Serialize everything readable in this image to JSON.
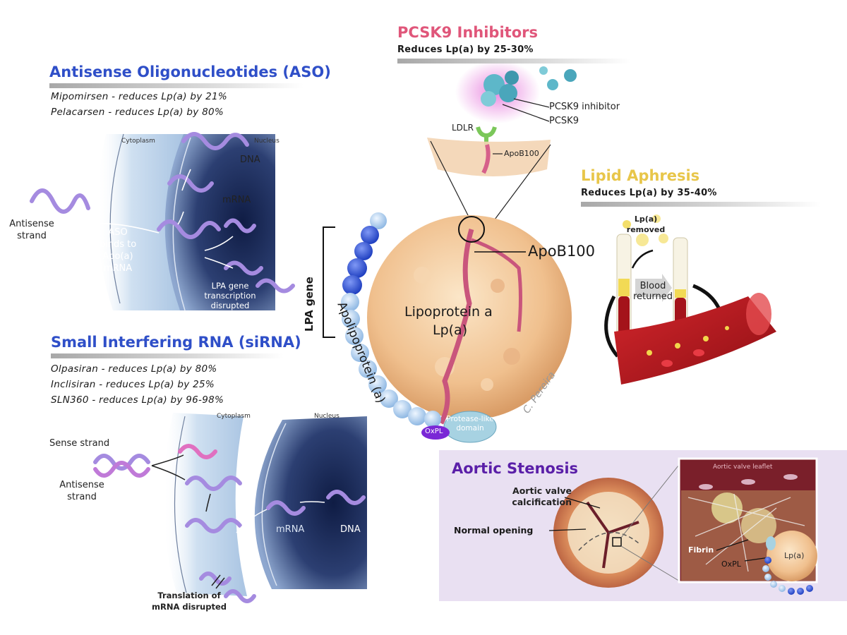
{
  "aso": {
    "title": "Antisense Oligonucleotides (ASO)",
    "drugs": [
      "Mipomirsen - reduces Lp(a) by 21%",
      "Pelacarsen - reduces Lp(a) by 80%"
    ],
    "cytoplasm": "Cytoplasm",
    "nucleus": "Nucleus",
    "dna": "DNA",
    "mrna": "mRNA",
    "antisense_strand": "Antisense strand",
    "binds": "ASO binds to Apo(a) mRNA",
    "disrupted": "LPA gene transcription disrupted"
  },
  "sirna": {
    "title": "Small Interfering RNA (siRNA)",
    "drugs": [
      "Olpasiran  - reduces Lp(a) by 80%",
      "Inclisiran - reduces Lp(a) by 25%",
      "SLN360 - reduces Lp(a) by 96-98%"
    ],
    "cytoplasm": "Cytoplasm",
    "nucleus": "Nucleus",
    "sense_strand": "Sense strand",
    "antisense_strand": "Antisense strand",
    "mrna": "mRNA",
    "dna": "DNA",
    "translation": "Translation of mRNA disrupted"
  },
  "pcsk9": {
    "title": "PCSK9 Inhibitors",
    "subtitle": "Reduces Lp(a) by 25-30%",
    "inhibitor": "PCSK9 inhibitor",
    "pcsk9": "PCSK9",
    "ldlr": "LDLR",
    "apob_small": "ApoB100"
  },
  "lipid": {
    "title": "Lipid Aphresis",
    "subtitle": "Reduces Lp(a) by 35-40%",
    "removed": "Lp(a) removed",
    "returned": "Blood returned"
  },
  "center": {
    "apob": "ApoB100",
    "lpa_gene": "LPA gene",
    "apolipoprotein": "Apolipoprotein (a)",
    "lipoprotein": "Lipoprotein a",
    "lpa": "Lp(a)",
    "protease": "Protease-like domain",
    "oxpl": "OxPL",
    "signature": "C. Pereira"
  },
  "aortic": {
    "title": "Aortic Stenosis",
    "calcification": "Aortic valve calcification",
    "normal": "Normal opening",
    "leaflet": "Aortic valve leaflet",
    "fibrin": "Fibrin",
    "oxpl": "OxPL",
    "lpa": "Lp(a)"
  },
  "colors": {
    "aso_title": "#2f4fc8",
    "pcsk9_title": "#e0567a",
    "lipid_title": "#e8c64a",
    "aortic_title": "#5a1fa8",
    "aortic_panel": "#e8dff2",
    "nucleus": "#1f2f5c",
    "cytoplasm": "#c9dcef",
    "lipoprotein": "#f2c79a",
    "apo_bead": "#b8d6f2",
    "lpa_bead": "#2a4fd0",
    "blood": "#b3141c"
  }
}
